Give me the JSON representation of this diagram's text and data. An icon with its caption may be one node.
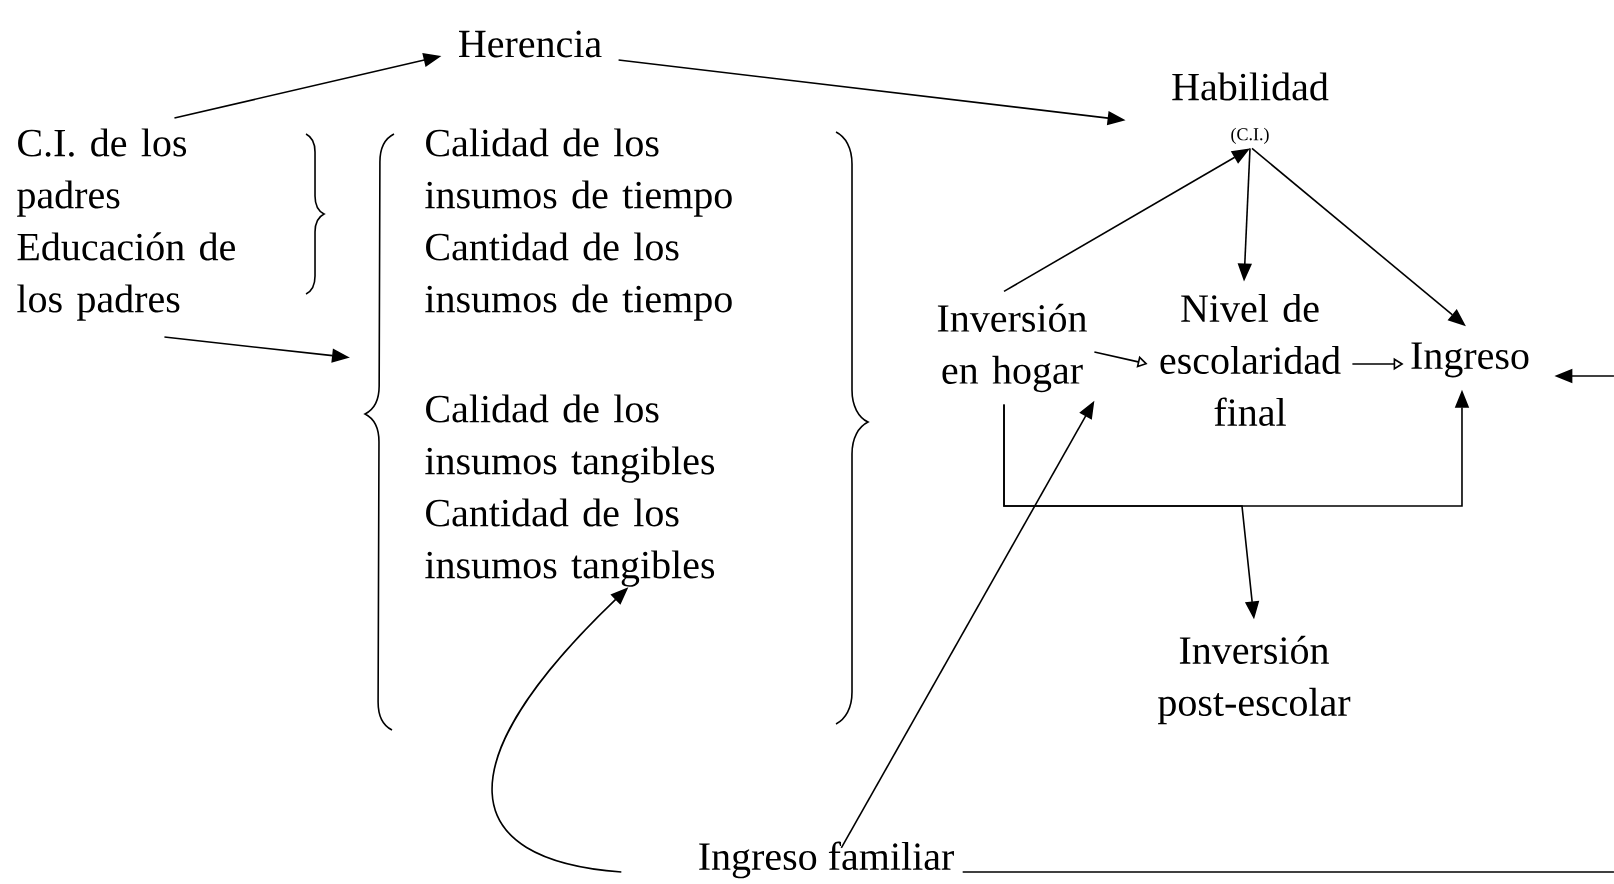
{
  "diagram": {
    "nodes": [
      {
        "text": [
          "Herencia"
        ]
      },
      {
        "text": [
          "Habilidad",
          "(C.I.)"
        ]
      },
      {
        "text": [
          "C.I. de los padres",
          "Educación de los padres"
        ]
      },
      {
        "text": [
          "Calidad de los insumos de tiempo",
          "Cantidad de los insumos de tiempo",
          "Calidad de los insumos tangibles",
          "Cantidad de los insumos tangibles"
        ]
      },
      {
        "text": [
          "Inversión en hogar"
        ]
      },
      {
        "text": [
          "Nivel de escolaridad final"
        ]
      },
      {
        "text": [
          "Ingreso"
        ]
      },
      {
        "text": [
          "Inversión post-escolar"
        ]
      },
      {
        "text": [
          "Ingreso familiar"
        ]
      }
    ],
    "edges": [
      {
        "from": 2,
        "to": 0,
        "arrow": "to"
      },
      {
        "from": 0,
        "to": 1,
        "arrow": "to"
      },
      {
        "from": 2,
        "to": 3,
        "arrow": "to"
      },
      {
        "from": 4,
        "to": 1,
        "arrow": "to"
      },
      {
        "from": 1,
        "to": 5,
        "arrow": "to"
      },
      {
        "from": 1,
        "to": 6,
        "arrow": "to"
      },
      {
        "from": 4,
        "to": 5,
        "arrow": "to"
      },
      {
        "from": 5,
        "to": 6,
        "arrow": "to"
      },
      {
        "from": 8,
        "to": 4,
        "arrow": "to"
      },
      {
        "from": 4,
        "to": 6,
        "arrow": "to"
      },
      {
        "from": 4,
        "to": 7,
        "arrow": "to"
      },
      {
        "from": 8,
        "to": 3,
        "arrow": "to"
      },
      {
        "from": 8,
        "to": null,
        "arrow": "none"
      },
      {
        "from": null,
        "to": 6,
        "arrow": "to"
      }
    ]
  }
}
